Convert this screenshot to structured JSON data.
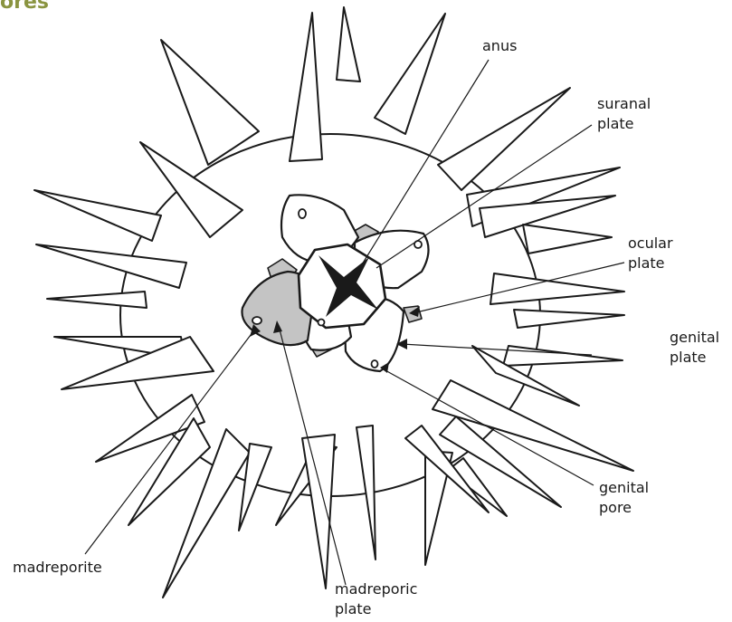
{
  "header": {
    "text": "ores",
    "color": "#8a9440"
  },
  "labels": {
    "anus": "anus",
    "suranal_plate": [
      "suranal",
      "plate"
    ],
    "ocular_plate": [
      "ocular",
      "plate"
    ],
    "genital_plate": [
      "genital",
      "plate"
    ],
    "genital_pore": [
      "genital",
      "pore"
    ],
    "madreporite": "madreporite",
    "madreporic_plate": [
      "madreporic",
      "plate"
    ]
  },
  "colors": {
    "ink": "#1a1a1a",
    "fill": "#ffffff",
    "shaded": "#c4c4c4",
    "anus": "#1a1a1a"
  }
}
